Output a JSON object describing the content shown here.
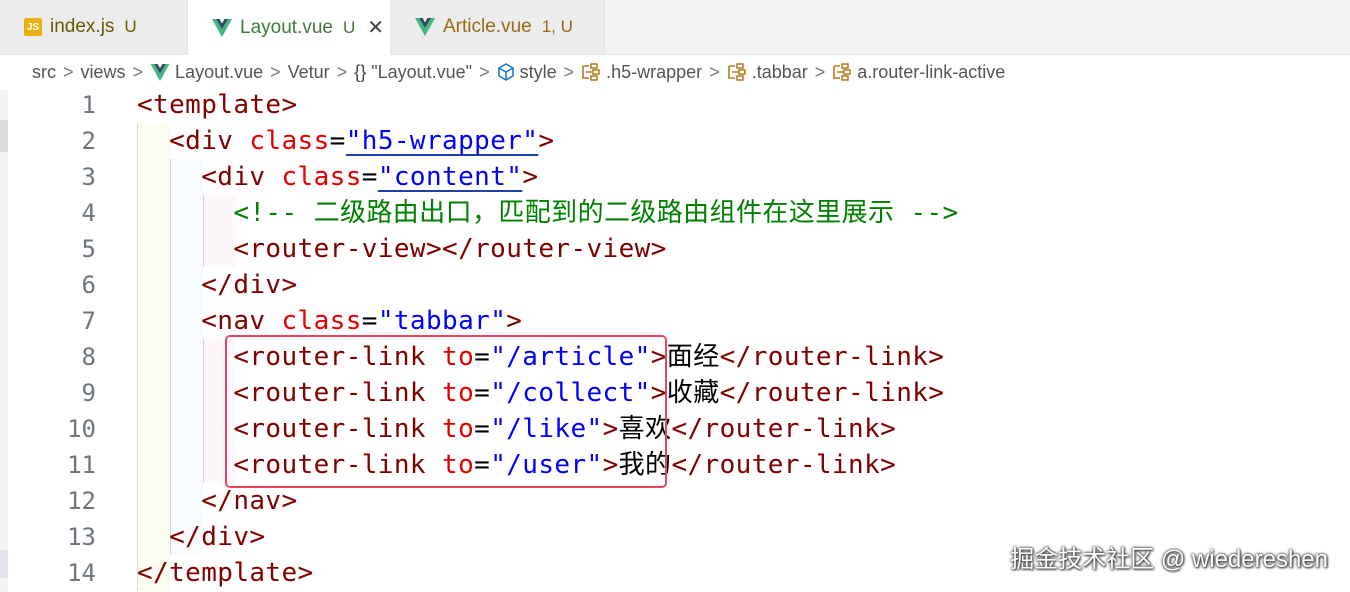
{
  "tabs": [
    {
      "name": "index.js",
      "badge": "U",
      "icon": "js-file-icon",
      "icon_text": "JS",
      "color": "#6b5b00"
    },
    {
      "name": "Layout.vue",
      "badge": "U",
      "icon": "vue-file-icon",
      "active": true,
      "close": "✕",
      "color": "#3d7a3d"
    },
    {
      "name": "Article.vue",
      "badge": "1, U",
      "icon": "vue-file-icon",
      "color": "#9b6a17"
    }
  ],
  "breadcrumb": [
    {
      "label": "src"
    },
    {
      "label": "views"
    },
    {
      "label": "Layout.vue",
      "icon": "vue-file-icon"
    },
    {
      "label": "Vetur"
    },
    {
      "label": "\"Layout.vue\"",
      "icon": "braces-icon",
      "icon_text": "{}"
    },
    {
      "label": "style",
      "icon": "cube-icon"
    },
    {
      "label": ".h5-wrapper",
      "icon": "selector-icon"
    },
    {
      "label": ".tabbar",
      "icon": "selector-icon"
    },
    {
      "label": "a.router-link-active",
      "icon": "selector-icon"
    }
  ],
  "breadcrumb_separator": ">",
  "code_lines": [
    {
      "n": "1",
      "tokens": [
        {
          "t": "<template>",
          "c": "tag"
        }
      ]
    },
    {
      "n": "2",
      "tokens": [
        {
          "t": "  <div ",
          "c": "tag"
        },
        {
          "t": "class",
          "c": "attr"
        },
        {
          "t": "=",
          "c": "punc"
        },
        {
          "t": "\"h5-wrapper\"",
          "c": "str",
          "ul": true
        },
        {
          "t": ">",
          "c": "tag"
        }
      ]
    },
    {
      "n": "3",
      "tokens": [
        {
          "t": "    <div ",
          "c": "tag"
        },
        {
          "t": "class",
          "c": "attr"
        },
        {
          "t": "=",
          "c": "punc"
        },
        {
          "t": "\"content\"",
          "c": "str",
          "ul": true
        },
        {
          "t": ">",
          "c": "tag"
        }
      ]
    },
    {
      "n": "4",
      "tokens": [
        {
          "t": "      <!-- 二级路由出口，匹配到的二级路由组件在这里展示 -->",
          "c": "cmt"
        }
      ]
    },
    {
      "n": "5",
      "tokens": [
        {
          "t": "      <router-view></router-view>",
          "c": "tag"
        }
      ]
    },
    {
      "n": "6",
      "tokens": [
        {
          "t": "    </div>",
          "c": "tag"
        }
      ]
    },
    {
      "n": "7",
      "tokens": [
        {
          "t": "    <nav ",
          "c": "tag"
        },
        {
          "t": "class",
          "c": "attr"
        },
        {
          "t": "=",
          "c": "punc"
        },
        {
          "t": "\"tabbar\"",
          "c": "str"
        },
        {
          "t": ">",
          "c": "tag"
        }
      ]
    },
    {
      "n": "8",
      "tokens": [
        {
          "t": "      <router-link ",
          "c": "tag"
        },
        {
          "t": "to",
          "c": "attr"
        },
        {
          "t": "=",
          "c": "punc"
        },
        {
          "t": "\"/article\"",
          "c": "str"
        },
        {
          "t": ">",
          "c": "tag"
        },
        {
          "t": "面经",
          "c": "txt"
        },
        {
          "t": "</router-link>",
          "c": "tag"
        }
      ]
    },
    {
      "n": "9",
      "tokens": [
        {
          "t": "      <router-link ",
          "c": "tag"
        },
        {
          "t": "to",
          "c": "attr"
        },
        {
          "t": "=",
          "c": "punc"
        },
        {
          "t": "\"/collect\"",
          "c": "str"
        },
        {
          "t": ">",
          "c": "tag"
        },
        {
          "t": "收藏",
          "c": "txt"
        },
        {
          "t": "</router-link>",
          "c": "tag"
        }
      ]
    },
    {
      "n": "10",
      "tokens": [
        {
          "t": "      <router-link ",
          "c": "tag"
        },
        {
          "t": "to",
          "c": "attr"
        },
        {
          "t": "=",
          "c": "punc"
        },
        {
          "t": "\"/like\"",
          "c": "str"
        },
        {
          "t": ">",
          "c": "tag"
        },
        {
          "t": "喜欢",
          "c": "txt"
        },
        {
          "t": "</router-link>",
          "c": "tag"
        }
      ]
    },
    {
      "n": "11",
      "tokens": [
        {
          "t": "      <router-link ",
          "c": "tag"
        },
        {
          "t": "to",
          "c": "attr"
        },
        {
          "t": "=",
          "c": "punc"
        },
        {
          "t": "\"/user\"",
          "c": "str"
        },
        {
          "t": ">",
          "c": "tag"
        },
        {
          "t": "我的",
          "c": "txt"
        },
        {
          "t": "</router-link>",
          "c": "tag"
        }
      ]
    },
    {
      "n": "12",
      "tokens": [
        {
          "t": "    </nav>",
          "c": "tag"
        }
      ]
    },
    {
      "n": "13",
      "tokens": [
        {
          "t": "  </div>",
          "c": "tag"
        }
      ]
    },
    {
      "n": "14",
      "tokens": [
        {
          "t": "</template>",
          "c": "tag"
        }
      ]
    }
  ],
  "watermark": "掘金技术社区 @ wiedereshen",
  "colors": {
    "tag": "#800000",
    "attr": "#e50000",
    "string": "#0000ff",
    "comment": "#008000",
    "highlight_box": "#e84660"
  }
}
